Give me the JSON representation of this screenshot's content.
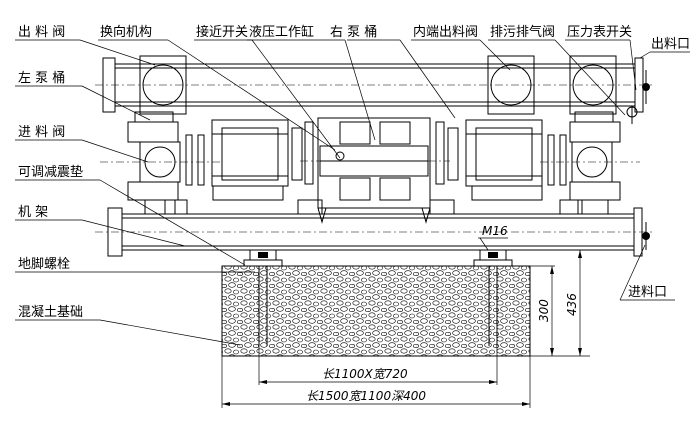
{
  "labels": {
    "outlet_valve": "出 料 阀",
    "reversing_mechanism": "换向机构",
    "proximity_switch": "接近开关",
    "hydraulic_cylinder": "液压工作缸",
    "right_pump_barrel": "右 泵 桶",
    "inner_outlet_valve": "内端出料阀",
    "drain_vent_valve": "排污排气阀",
    "pressure_gauge_switch": "压力表开关",
    "outlet_port": "出料口",
    "left_pump_barrel": "左 泵 桶",
    "inlet_valve": "进 料 阀",
    "damping_pad": "可调减震垫",
    "frame": "机    架",
    "anchor_bolt": "地脚螺栓",
    "concrete_foundation": "混凝土基础",
    "inlet_port": "进料口"
  },
  "dimensions": {
    "bolt": "M16",
    "height_300": "300",
    "height_436": "436",
    "bolt_span": "长1100X宽720",
    "foundation_size": "长1500宽1100深400"
  }
}
